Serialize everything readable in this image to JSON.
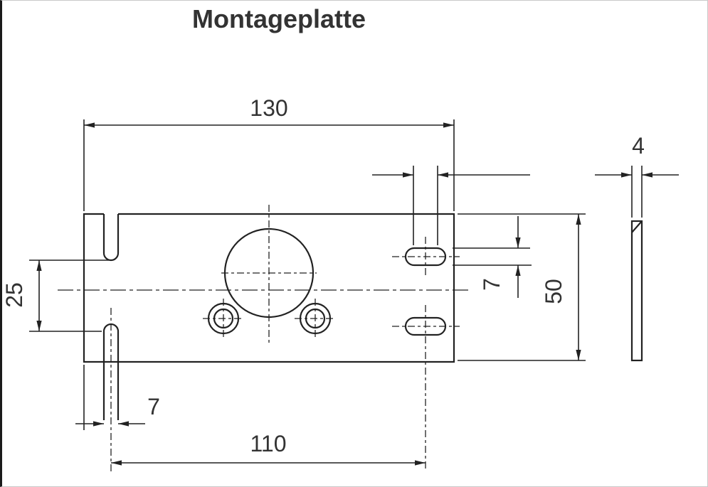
{
  "title": "Montageplatte",
  "dimensions": {
    "plate_width": "130",
    "hole_spacing": "110",
    "plate_height": "50",
    "edge_offset": "25",
    "slot_width": "7",
    "tab_offset": "7",
    "thickness": "4"
  },
  "colors": {
    "line": "#222222",
    "text": "#333333",
    "background": "#ffffff"
  }
}
